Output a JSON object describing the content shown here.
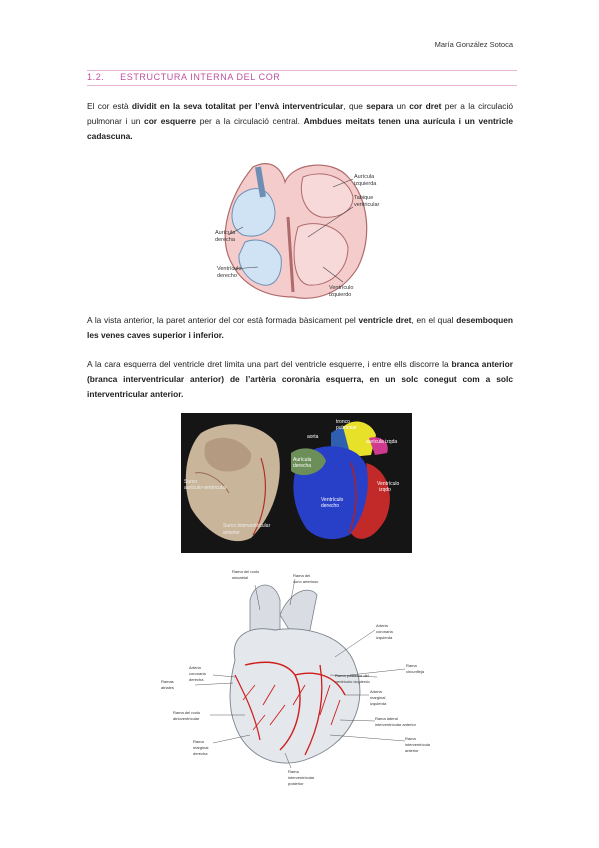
{
  "header": {
    "author": "María González Sotoca"
  },
  "section": {
    "number": "1.2.",
    "title": "ESTRUCTURA INTERNA DEL COR"
  },
  "paragraphs": {
    "p1": {
      "t1": "El cor està ",
      "b1": "dividit en la seva totalitat per l’envà interventricular",
      "t2": ", que ",
      "b2": "separa",
      "t3": " un ",
      "b3": "cor dret",
      "t4": " per a la circulació pulmonar i un ",
      "b4": "cor esquerre",
      "t5": " per a la circulació central. ",
      "b5": "Ambdues meitats tenen una aurícula i un ventricle cadascuna."
    },
    "p2": {
      "t1": "A la vista anterior, la paret anterior del cor està formada bàsicament pel ",
      "b1": "ventricle dret",
      "t2": ", en el qual ",
      "b2": "desemboquen les venes caves superior i inferior."
    },
    "p3": {
      "t1": "A la cara esquerra del ventricle dret limita una part del ventricle esquerre, i entre ells discorre la ",
      "b1": "branca anterior (branca interventricular anterior) de l’artèria coronària esquerra, en un solc conegut com a solc interventricular anterior."
    }
  },
  "figure1": {
    "labels": {
      "auricula_izq": [
        "Aurícula",
        "izquierda"
      ],
      "tabique": [
        "Tabique",
        "ventricular"
      ],
      "auricula_der": [
        "Aurícula",
        "derecha"
      ],
      "ventriculo_der": [
        "Ventrículo",
        "derecho"
      ],
      "ventriculo_izq": [
        "Ventrículo",
        "izquierdo"
      ]
    }
  },
  "figure2": {
    "labels": {
      "tronco": [
        "tronco",
        "pulmonar"
      ],
      "aorta": "aorta",
      "auricula_izda": "aurícula izqda",
      "auricula_der": [
        "Aurícula",
        "derecha"
      ],
      "ventriculo_izq": [
        "Ventrículo",
        "izqdo"
      ],
      "ventriculo_der": [
        "Ventrículo",
        "derecho"
      ],
      "surco_av": [
        "Surco",
        "aurículo-ventricular"
      ],
      "surco_iv": [
        "Surco interventricular",
        "anterior"
      ]
    }
  },
  "figure3": {
    "labels": {
      "rama_nodo_sa": [
        "Rama del nodo",
        "sinoatrial"
      ],
      "rama_cono": [
        "Rama del",
        "cono arterioso"
      ],
      "arteria_cor_izq": [
        "Arteria",
        "coronaria",
        "izquierda"
      ],
      "rama_circunfleja": [
        "Rama",
        "circunfleja"
      ],
      "rama_post_vi": [
        "Rama posterior del",
        "ventrículo izquierdo"
      ],
      "arteria_cor_der": [
        "Arteria",
        "coronaria",
        "derecha"
      ],
      "ramas_atriales": [
        "Ramas",
        "atriales"
      ],
      "arteria_marginal_izq": [
        "Arteria",
        "marginal",
        "izquierda"
      ],
      "rama_nodo_av": [
        "Rama del nodo",
        "atrioventricular"
      ],
      "rama_lateral": [
        "Rama lateral",
        "interventricular anterior"
      ],
      "rama_marginal_der": [
        "Rama",
        "marginal",
        "derecha"
      ],
      "rama_iv_ant": [
        "Rama",
        "interventricular",
        "anterior"
      ],
      "rama_iv_post": [
        "Rama",
        "interventricular",
        "posterior"
      ]
    }
  }
}
